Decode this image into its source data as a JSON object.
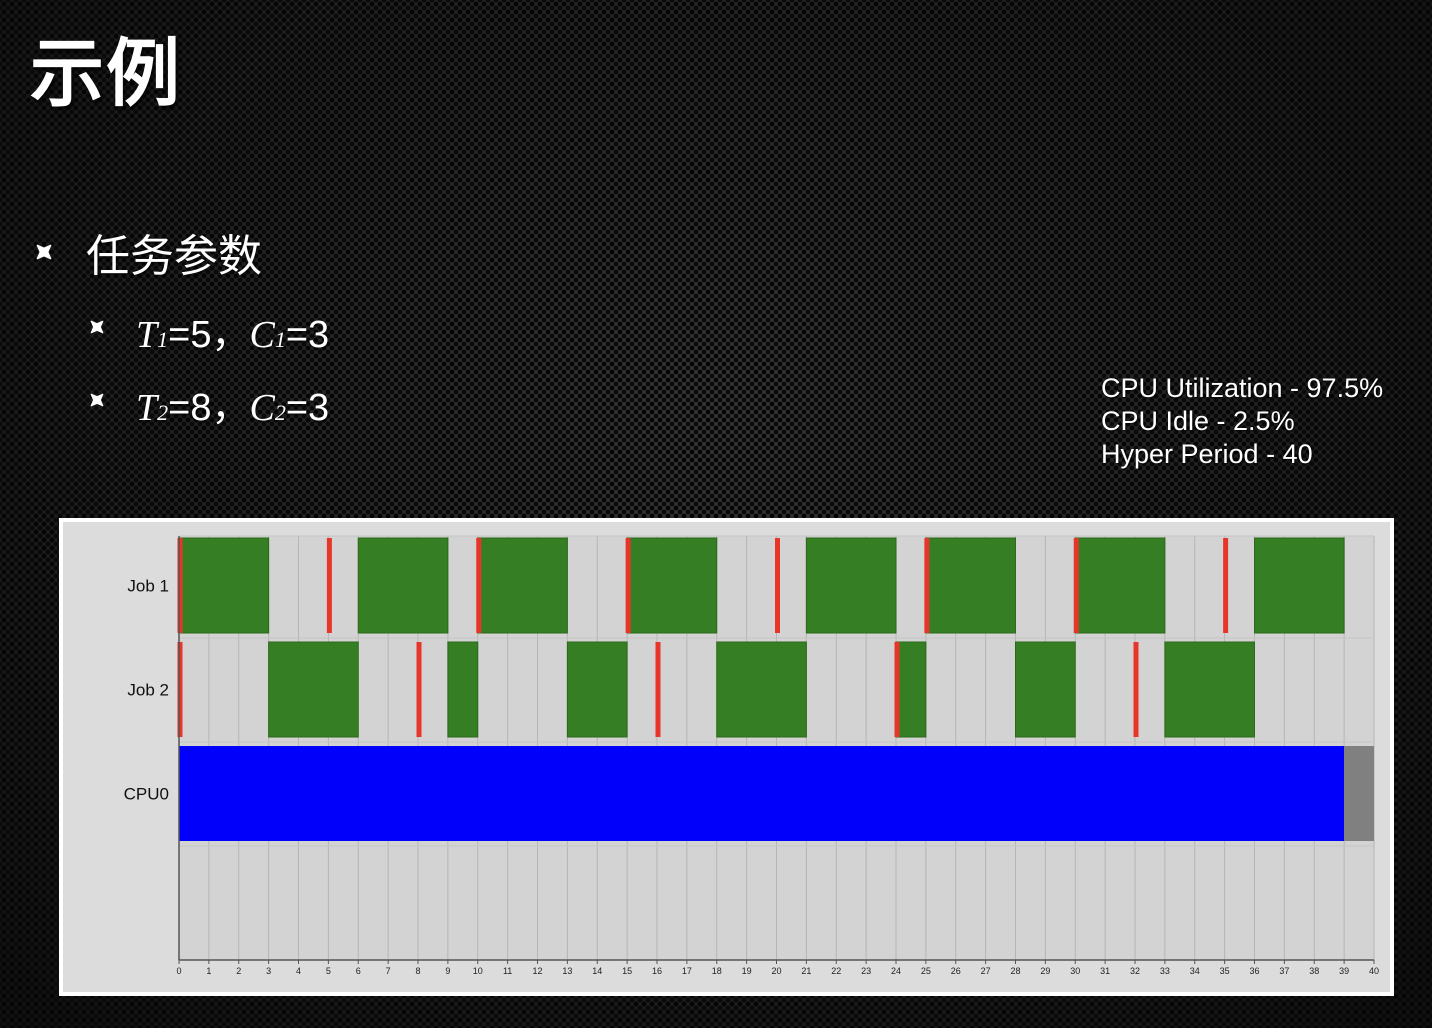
{
  "slide": {
    "title": "示例",
    "bullet_main": "任务参数",
    "task1": {
      "T_sym": "T",
      "T_sub": "1",
      "T_val": "=5，",
      "C_sym": "C",
      "C_sub": "1",
      "C_val": "=3"
    },
    "task2": {
      "T_sym": "T",
      "T_sub": "2",
      "T_val": "=8，",
      "C_sym": "C",
      "C_sub": "2",
      "C_val": "=3"
    }
  },
  "stats": {
    "utilization": "CPU Utilization - 97.5%",
    "idle": "CPU Idle - 2.5%",
    "hyper_period": "Hyper Period - 40"
  },
  "chart_data": {
    "type": "gantt",
    "x_ticks": [
      0,
      1,
      2,
      3,
      4,
      5,
      6,
      7,
      8,
      9,
      10,
      11,
      12,
      13,
      14,
      15,
      16,
      17,
      18,
      19,
      20,
      21,
      22,
      23,
      24,
      25,
      26,
      27,
      28,
      29,
      30,
      31,
      32,
      33,
      34,
      35,
      36,
      37,
      38,
      39,
      40
    ],
    "xlim": [
      0,
      40
    ],
    "grid": true,
    "rows": [
      {
        "label": "Job 1",
        "intervals": [
          [
            0,
            3
          ],
          [
            6,
            9
          ],
          [
            10,
            13
          ],
          [
            15,
            18
          ],
          [
            21,
            24
          ],
          [
            25,
            28
          ],
          [
            30,
            33
          ],
          [
            36,
            39
          ]
        ],
        "release_markers": [
          0,
          5,
          10,
          15,
          20,
          25,
          30,
          35
        ]
      },
      {
        "label": "Job 2",
        "intervals": [
          [
            3,
            6
          ],
          [
            9,
            10
          ],
          [
            13,
            15
          ],
          [
            18,
            21
          ],
          [
            24,
            25
          ],
          [
            28,
            30
          ],
          [
            33,
            36
          ]
        ],
        "release_markers": [
          0,
          8,
          16,
          24,
          32
        ]
      },
      {
        "label": "CPU0",
        "intervals": [
          [
            0,
            39
          ]
        ],
        "idle": [
          [
            39,
            40
          ]
        ]
      }
    ],
    "colors": {
      "job": "#367e23",
      "job_border": "#2a6a1a",
      "release": "#e8352a",
      "cpu_busy": "#0000fb",
      "cpu_idle": "#808080",
      "plot_bg": "#d3d3d3",
      "grid": "#b5b5b5",
      "axis": "#555555"
    }
  }
}
